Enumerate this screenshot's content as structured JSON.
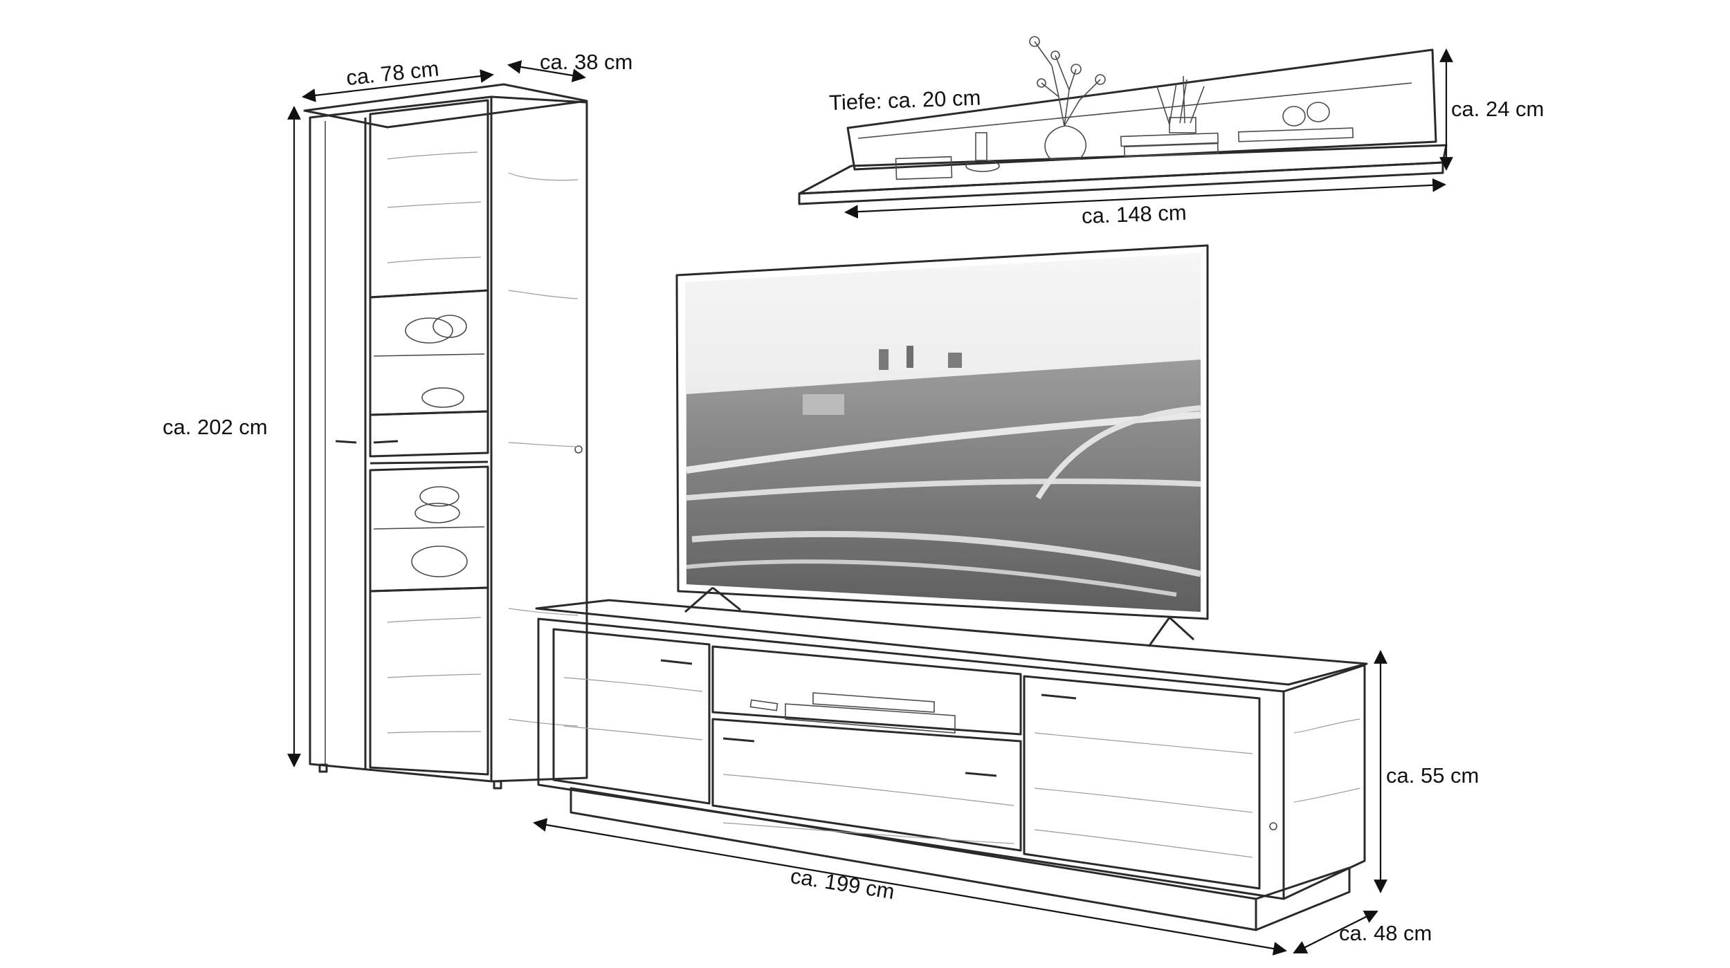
{
  "dimensions": {
    "cabinet_width": "ca. 78 cm",
    "cabinet_depth": "ca. 38 cm",
    "cabinet_height": "ca. 202 cm",
    "shelf_depth": "Tiefe: ca. 20 cm",
    "shelf_height": "ca. 24 cm",
    "shelf_width": "ca. 148 cm",
    "lowboard_width": "ca. 199 cm",
    "lowboard_height": "ca. 55 cm",
    "lowboard_depth": "ca. 48 cm"
  },
  "colors": {
    "line": "#2a2a2a",
    "background": "#ffffff",
    "screen_sky": "#efefef",
    "screen_city": "#8a8a8a"
  }
}
